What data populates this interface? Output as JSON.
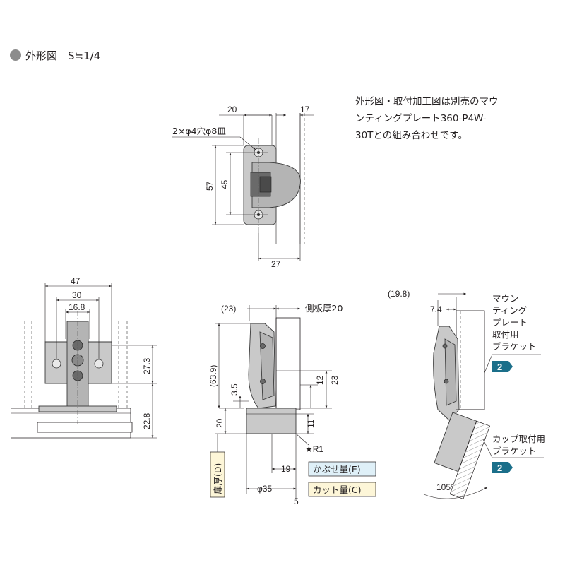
{
  "title": "外形図　S≒1/4",
  "note_lines": [
    "外形図・取付加工図は別売のマウ",
    "ンティングプレート360-P4W-",
    "30Tとの組み合わせです。"
  ],
  "top_view": {
    "dim_20": "20",
    "dim_17": "17",
    "hole_spec": "2×φ4穴φ8皿",
    "dim_57": "57",
    "dim_45": "45",
    "dim_27": "27"
  },
  "front_view": {
    "dim_47": "47",
    "dim_30": "30",
    "dim_16_8": "16.8",
    "dim_27_3": "27.3",
    "dim_22_8": "22.8"
  },
  "side_view": {
    "dim_23": "(23)",
    "side_panel": "側板厚20",
    "dim_63_9": "(63.9)",
    "dim_3_5": "3.5",
    "dim_12": "12",
    "dim_23b": "23",
    "dim_20": "20",
    "dim_11": "11",
    "r1": "★R1",
    "dim_19": "19",
    "dim_phi35": "φ35",
    "dim_5": "5",
    "door_thickness": "扉厚(D)",
    "overlay": "かぶせ量(E)",
    "cut": "カット量(C)"
  },
  "open_view": {
    "dim_19_8": "(19.8)",
    "dim_7_4": "7.4",
    "plate_label": [
      "マウン",
      "ティング",
      "プレート",
      "取付用",
      "ブラケット"
    ],
    "cup_label": [
      "カップ取付用",
      "ブラケット"
    ],
    "badge": "2",
    "angle": "105°"
  },
  "colors": {
    "ink": "#231f20",
    "badge": "#1b6f8a",
    "label_box_blue": "#dff0f8",
    "label_box_yellow": "#fdf6d8",
    "bullet": "#8c8c8c"
  }
}
